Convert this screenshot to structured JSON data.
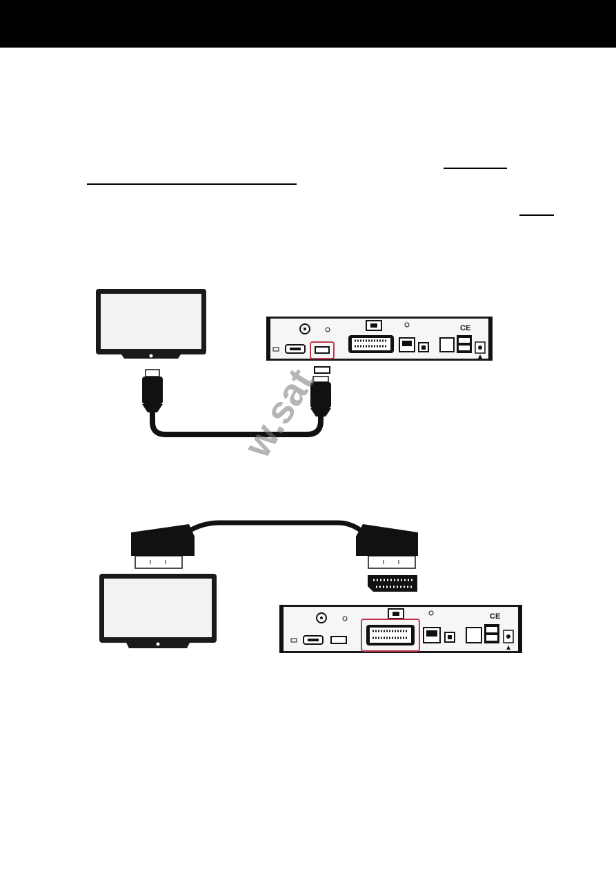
{
  "header": {
    "background": "#000000"
  },
  "illustrations": {
    "hdmi_connection": {
      "highlight_color": "#c0394b",
      "highlighted_port": "hdmi"
    },
    "scart_connection": {
      "highlight_color": "#c0394b",
      "highlighted_port": "scart"
    }
  },
  "labels": {
    "ce_mark": "CE",
    "watermark_text": "w.sat"
  },
  "icons": [
    "tv-icon",
    "receiver-icon",
    "hdmi-cable-icon",
    "scart-cable-icon"
  ]
}
